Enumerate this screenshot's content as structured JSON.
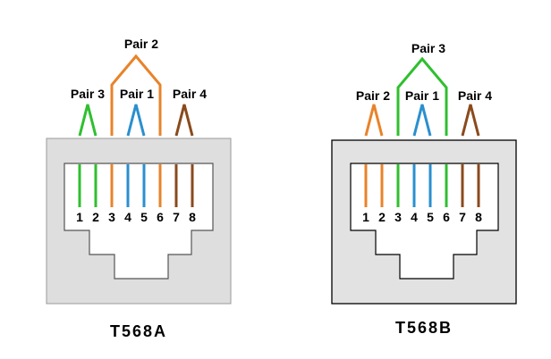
{
  "colors": {
    "orange": "#e8832a",
    "green": "#2fbf2f",
    "blue": "#2a8fcf",
    "brown": "#8a4a1c",
    "jack_fill_a": "#dedede",
    "jack_fill_b": "#e2e2e2"
  },
  "standards": [
    {
      "title": "T568A",
      "pins": [
        "1",
        "2",
        "3",
        "4",
        "5",
        "6",
        "7",
        "8"
      ],
      "pin_colors": [
        "green",
        "green",
        "orange",
        "blue",
        "blue",
        "orange",
        "brown",
        "brown"
      ],
      "pair_labels": {
        "left": "Pair 3",
        "center": "Pair 1",
        "right": "Pair 4",
        "top": "Pair 2"
      },
      "pair_colors": {
        "left": "green",
        "center": "blue",
        "right": "brown",
        "top": "orange"
      }
    },
    {
      "title": "T568B",
      "pins": [
        "1",
        "2",
        "3",
        "4",
        "5",
        "6",
        "7",
        "8"
      ],
      "pin_colors": [
        "orange",
        "orange",
        "green",
        "blue",
        "blue",
        "green",
        "brown",
        "brown"
      ],
      "pair_labels": {
        "left": "Pair 2",
        "center": "Pair 1",
        "right": "Pair 4",
        "top": "Pair 3"
      },
      "pair_colors": {
        "left": "orange",
        "center": "blue",
        "right": "brown",
        "top": "green"
      }
    }
  ]
}
